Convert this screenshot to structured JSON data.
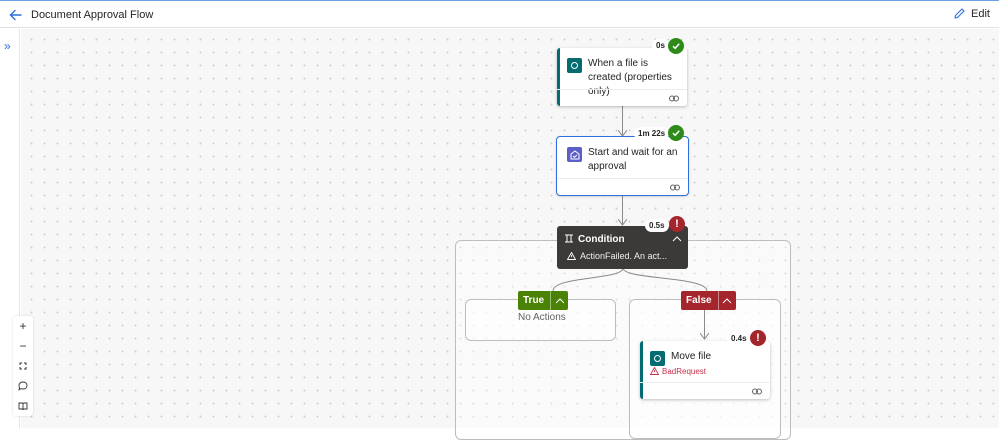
{
  "header": {
    "title": "Document Approval Flow",
    "edit_label": "Edit"
  },
  "colors": {
    "accent": "#2f6fe0",
    "success": "#2e8b1a",
    "error": "#a4262c",
    "sharepoint": "#036c70",
    "approval": "#5b5fc7",
    "condition": "#3b3a39",
    "true_branch": "#498205",
    "false_branch": "#a4262c"
  },
  "toolbar": {
    "icons": [
      "zoom-in-icon",
      "zoom-out-icon",
      "fit-view-icon",
      "comment-icon",
      "minimap-icon"
    ]
  },
  "steps": {
    "trigger": {
      "duration": "0s",
      "status": "succeeded",
      "label": "When a file is created (properties only)"
    },
    "approval": {
      "duration": "1m 22s",
      "status": "succeeded",
      "label": "Start and wait for an approval"
    },
    "condition": {
      "duration": "0.5s",
      "status": "failed",
      "label": "Condition",
      "message": "ActionFailed. An act..."
    },
    "true_branch": {
      "label": "True",
      "empty_text": "No Actions"
    },
    "false_branch": {
      "label": "False"
    },
    "move_file": {
      "duration": "0.4s",
      "status": "failed",
      "label": "Move file",
      "error": "BadRequest"
    }
  }
}
